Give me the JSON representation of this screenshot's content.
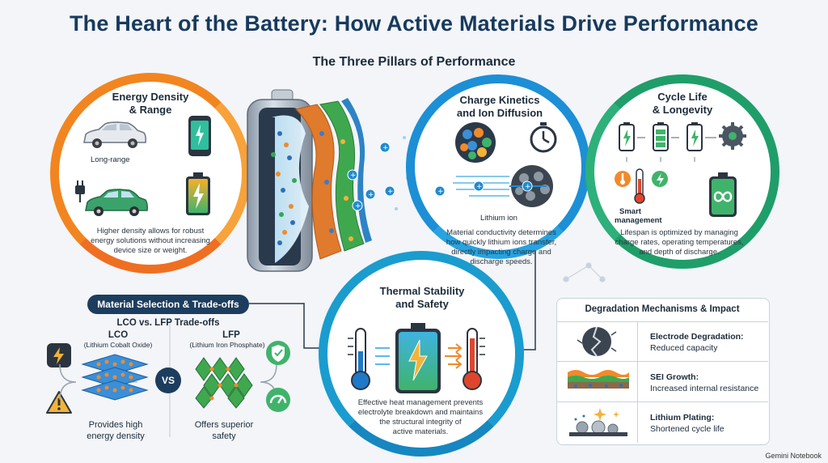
{
  "header": {
    "title": "The Heart of the Battery: How Active Materials Drive Performance",
    "subtitle": "The Three Pillars of Performance"
  },
  "pillars": {
    "energy": {
      "title_line1": "Energy Density",
      "title_line2": "& Range",
      "label_long_range": "Long-range",
      "body_l1": "Higher density allows for robust",
      "body_l2": "energy solutions without increasing",
      "body_l3": "device size or weight."
    },
    "charge": {
      "title_line1": "Charge Kinetics",
      "title_line2": "and Ion Diffusion",
      "label_lithium_ion": "Lithium ion",
      "body_l1": "Material conductivity determines",
      "body_l2": "how quickly lithium ions transfer,",
      "body_l3": "directly impacting charge and",
      "body_l4": "discharge speeds."
    },
    "cycle": {
      "title_line1": "Cycle Life",
      "title_line2": "& Longevity",
      "label_smart_l1": "Smart",
      "label_smart_l2": "management",
      "body_l1": "Lifespan is optimized by managing",
      "body_l2": "charge rates, operating temperatures,",
      "body_l3": "and depth of discharge."
    },
    "thermal": {
      "title_line1": "Thermal Stability",
      "title_line2": "and Safety",
      "body_l1": "Effective heat management prevents",
      "body_l2": "electrolyte breakdown and maintains",
      "body_l3": "the structural integrity of",
      "body_l4": "active materials."
    }
  },
  "materials": {
    "pill": "Material Selection & Trade-offs",
    "heading": "LCO vs. LFP Trade-offs",
    "vs": "VS",
    "lco": {
      "name": "LCO",
      "full": "(Lithium Cobalt Oxide)",
      "desc_l1": "Provides high",
      "desc_l2": "energy density"
    },
    "lfp": {
      "name": "LFP",
      "full": "(Lithium Iron Phosphate)",
      "desc_l1": "Offers superior",
      "desc_l2": "safety"
    }
  },
  "degradation": {
    "title": "Degradation Mechanisms & Impact",
    "rows": [
      {
        "name": "Electrode Degradation:",
        "impact": "Reduced capacity"
      },
      {
        "name": "SEI Growth:",
        "impact": "Increased internal resistance"
      },
      {
        "name": "Lithium Plating:",
        "impact": "Shortened cycle life"
      }
    ]
  },
  "watermark": "Gemini Notebook",
  "colors": {
    "title": "#173a5e",
    "energy_ring": "#f2851f",
    "charge_ring": "#1c8fd6",
    "cycle_ring": "#1f9e6a",
    "thermal_ring": "#1a9ccf",
    "pill": "#1d3d5e"
  }
}
